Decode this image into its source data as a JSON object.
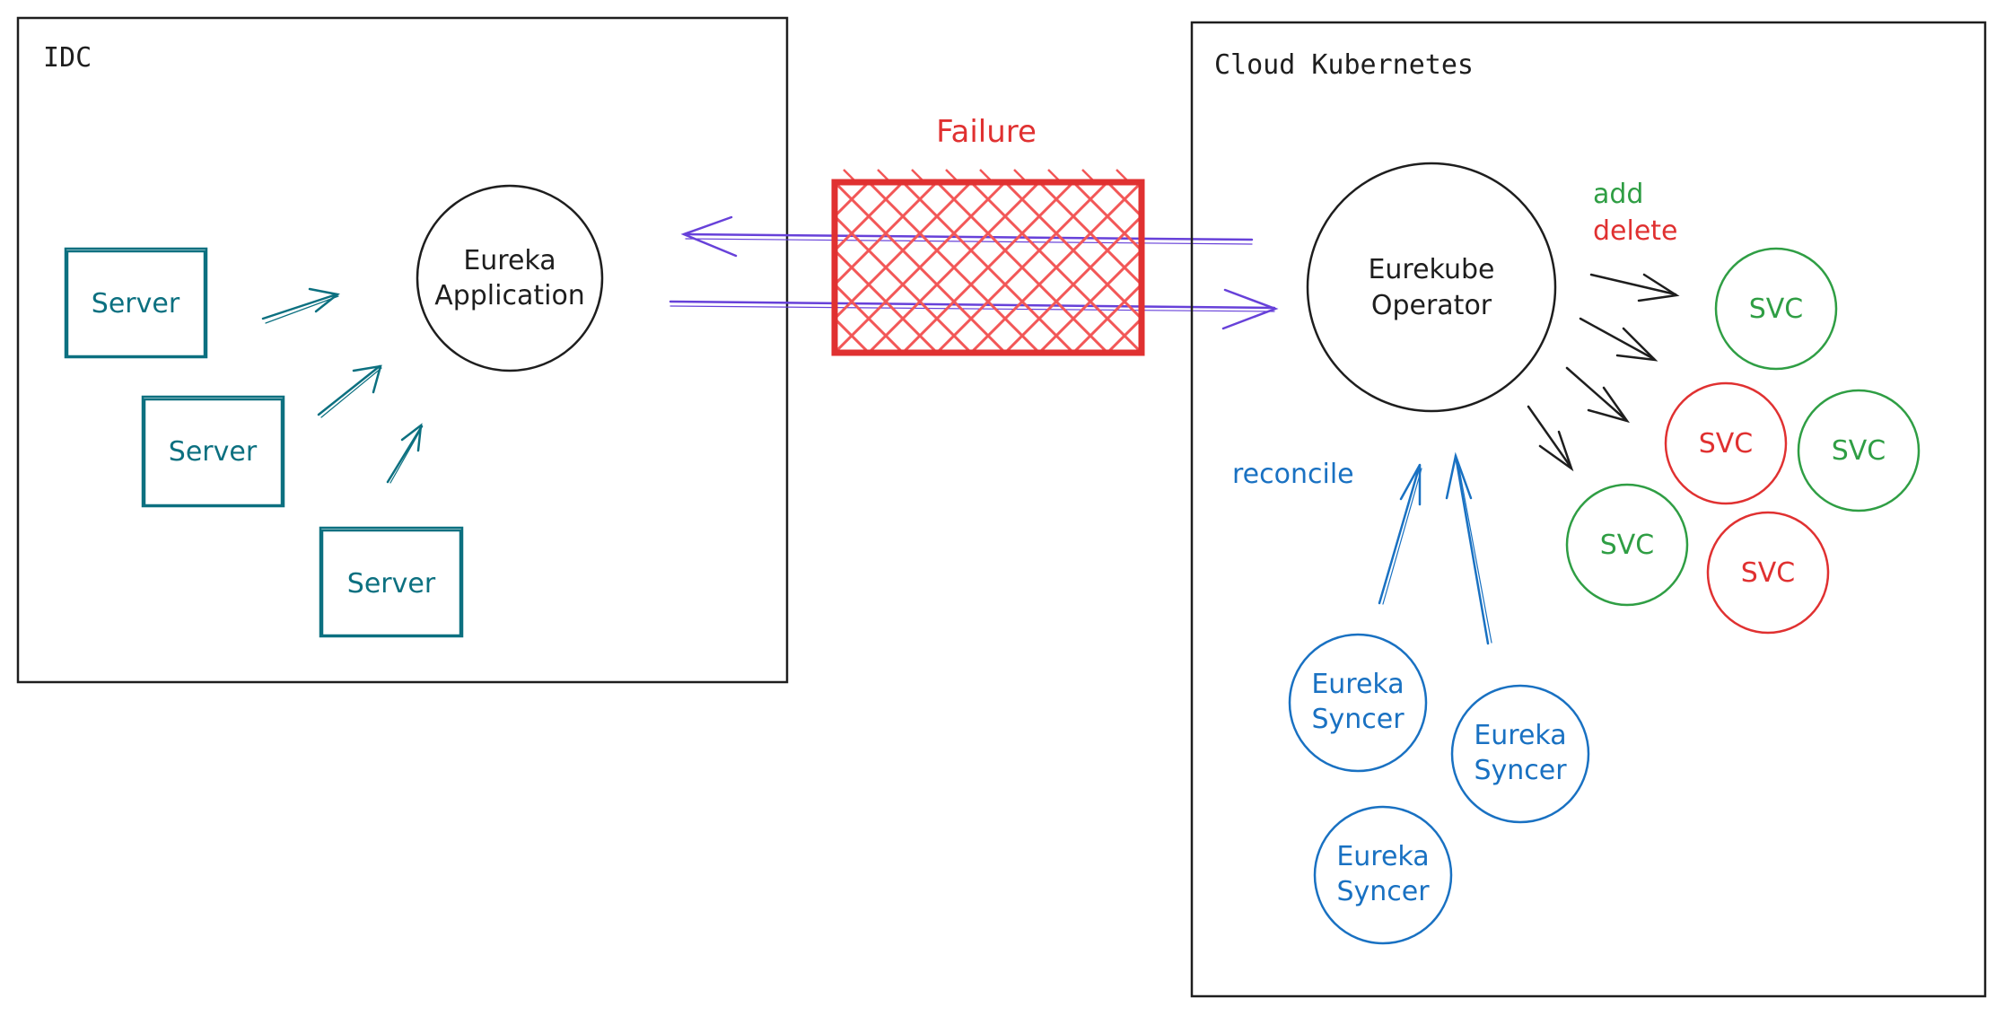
{
  "colors": {
    "teal": "#0c7080",
    "blue": "#1971c2",
    "green": "#2f9e44",
    "red": "#e03131",
    "hatch": "#f25757",
    "purple": "#6741d9",
    "ink": "#1e1e1e"
  },
  "idc": {
    "title": "IDC",
    "servers": [
      "Server",
      "Server",
      "Server"
    ],
    "app_line1": "Eureka",
    "app_line2": "Application"
  },
  "failure": {
    "label": "Failure"
  },
  "cloud": {
    "title": "Cloud Kubernetes",
    "operator_line1": "Eurekube",
    "operator_line2": "Operator",
    "add_label": "add",
    "delete_label": "delete",
    "reconcile_label": "reconcile",
    "svcs": [
      {
        "label": "SVC",
        "status": "green"
      },
      {
        "label": "SVC",
        "status": "red"
      },
      {
        "label": "SVC",
        "status": "green"
      },
      {
        "label": "SVC",
        "status": "green"
      },
      {
        "label": "SVC",
        "status": "red"
      }
    ],
    "syncers": [
      {
        "line1": "Eureka",
        "line2": "Syncer"
      },
      {
        "line1": "Eureka",
        "line2": "Syncer"
      },
      {
        "line1": "Eureka",
        "line2": "Syncer"
      }
    ]
  }
}
